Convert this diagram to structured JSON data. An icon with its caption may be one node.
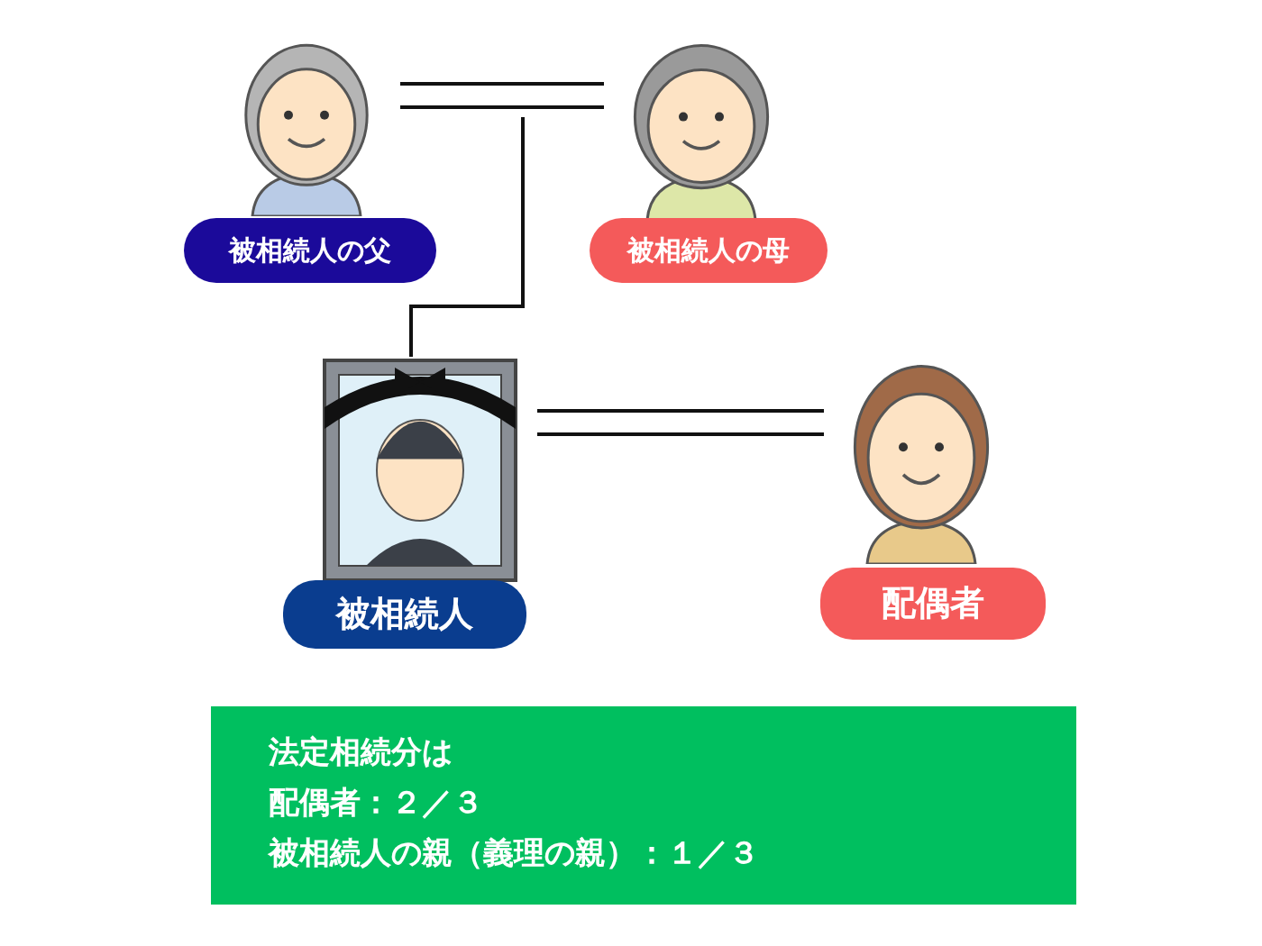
{
  "diagram": {
    "nodes": [
      {
        "text": [],
        "shape": "person"
      },
      {
        "text": [
          "被相続人の父"
        ]
      },
      {
        "text": [],
        "shape": "person"
      },
      {
        "text": [
          "被相続人の母"
        ]
      },
      {
        "text": [],
        "shape": "picture"
      },
      {
        "text": [
          "被相続人"
        ]
      },
      {
        "text": [],
        "shape": "person"
      },
      {
        "text": [
          "配偶者"
        ]
      },
      {
        "text": [
          "法定相続分は",
          "配偶者：２／３",
          "被相続人の親（義理の親）：１／３"
        ]
      }
    ],
    "edges": [
      {
        "from": 0,
        "to": 2,
        "arrow": "none"
      },
      {
        "from": null,
        "to": 4,
        "arrow": "none"
      },
      {
        "from": 4,
        "to": 6,
        "arrow": "none"
      }
    ]
  }
}
